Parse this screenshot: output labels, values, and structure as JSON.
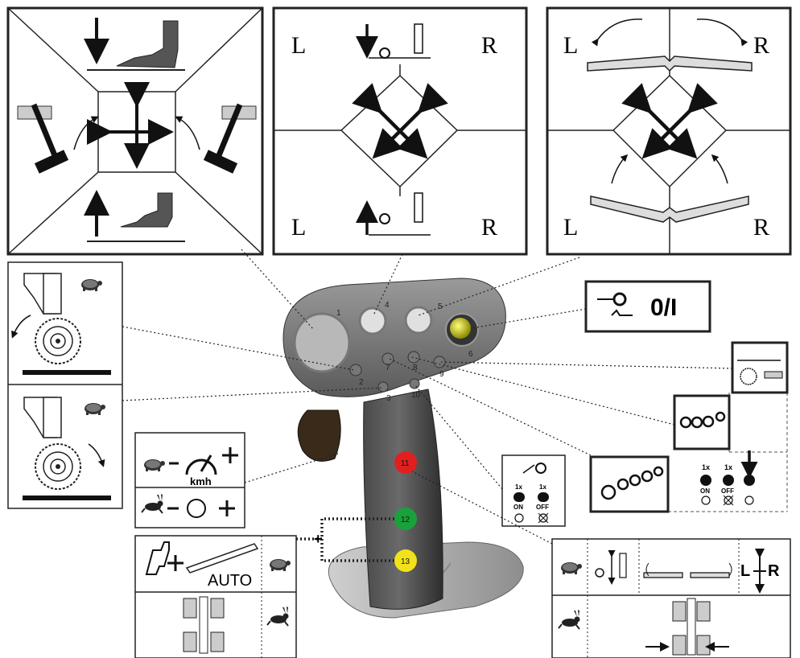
{
  "panels": {
    "header_lift": {
      "left": "L",
      "right": "R"
    },
    "header_fold": {
      "left": "L",
      "right": "R"
    },
    "header_raise": {
      "left": "L",
      "right": "R"
    },
    "speed_unit": "kmh",
    "auto_label": "AUTO",
    "onoff_label": "0/I",
    "lr_label_l": "L",
    "lr_label_r": "R",
    "sep_plus": "+"
  },
  "steps": {
    "s1x_a": "1x",
    "s1x_b": "1x",
    "on": "ON",
    "off": "OFF",
    "p1x_a": "1x",
    "p1x_b": "1x",
    "p_on": "ON",
    "p_off": "OFF"
  },
  "joystick": {
    "buttons": [
      {
        "num": "1"
      },
      {
        "num": "2"
      },
      {
        "num": "3"
      },
      {
        "num": "4"
      },
      {
        "num": "5"
      },
      {
        "num": "6"
      },
      {
        "num": "7"
      },
      {
        "num": "8"
      },
      {
        "num": "9"
      },
      {
        "num": "10"
      },
      {
        "num": "11",
        "color": "#e02020"
      },
      {
        "num": "12",
        "color": "#19a23a"
      },
      {
        "num": "13",
        "color": "#f2e21a"
      }
    ]
  }
}
